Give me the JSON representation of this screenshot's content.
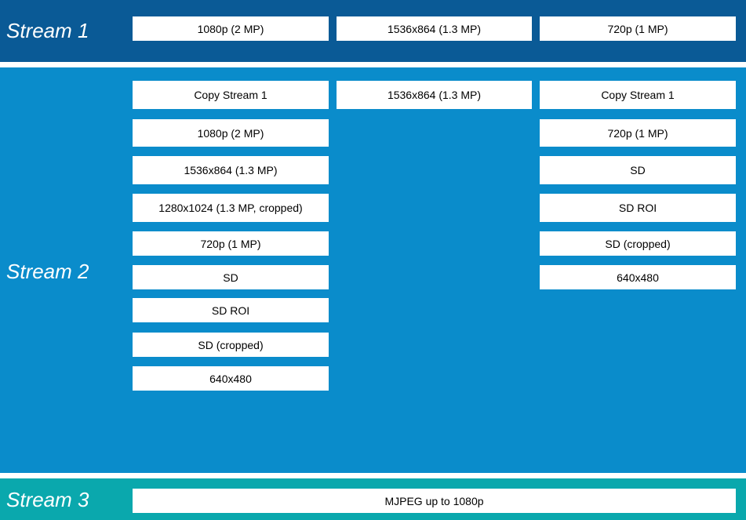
{
  "stream1": {
    "label": "Stream 1",
    "options": [
      "1080p (2 MP)",
      "1536x864 (1.3 MP)",
      "720p (1 MP)"
    ]
  },
  "stream2": {
    "label": "Stream 2",
    "column_a": [
      "Copy Stream 1",
      "1080p (2 MP)",
      "1536x864 (1.3 MP)",
      "1280x1024 (1.3 MP, cropped)",
      "720p (1 MP)",
      "SD",
      "SD ROI",
      "SD (cropped)",
      "640x480"
    ],
    "column_b": [
      "1536x864 (1.3 MP)"
    ],
    "column_c": [
      "Copy Stream 1",
      "720p (1 MP)",
      "SD",
      "SD ROI",
      "SD (cropped)",
      "640x480"
    ]
  },
  "stream3": {
    "label": "Stream 3",
    "options": [
      "MJPEG up to 1080p"
    ]
  },
  "colors": {
    "stream1_band": "#0a5a96",
    "stream2_band": "#0a8ccb",
    "stream3_band": "#0aa8ad",
    "box": "#ffffff"
  }
}
